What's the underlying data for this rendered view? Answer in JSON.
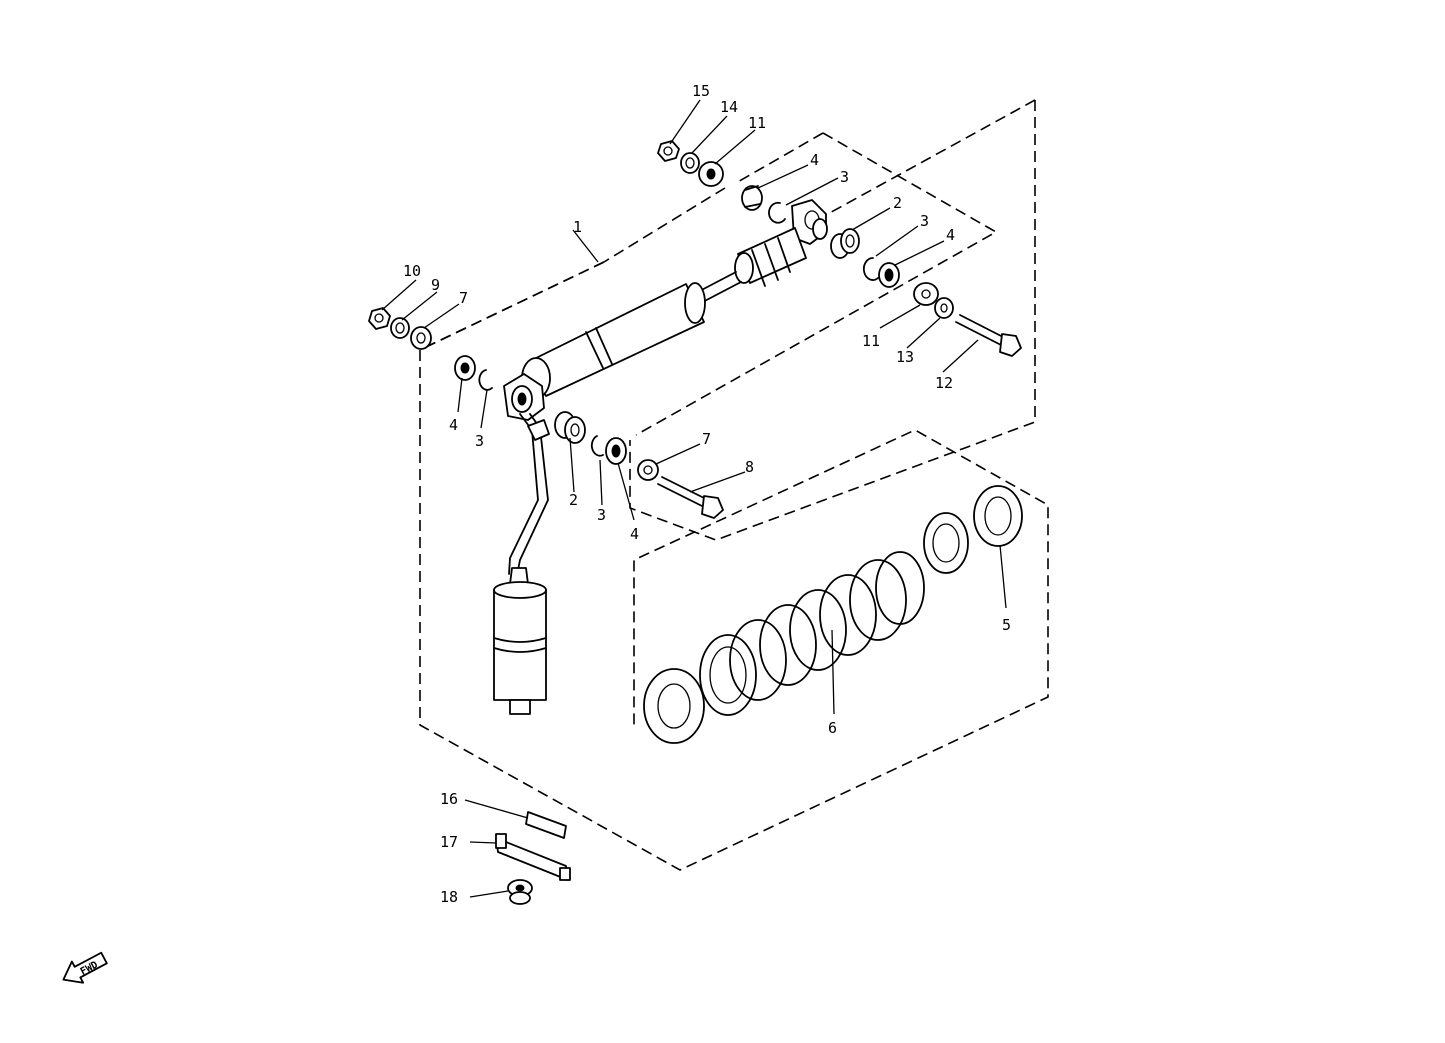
{
  "diagram": {
    "callouts": [
      {
        "id": "c15",
        "text": "15"
      },
      {
        "id": "c14",
        "text": "14"
      },
      {
        "id": "c11a",
        "text": "11"
      },
      {
        "id": "c4a",
        "text": "4"
      },
      {
        "id": "c3a",
        "text": "3"
      },
      {
        "id": "c2a",
        "text": "2"
      },
      {
        "id": "c3b",
        "text": "3"
      },
      {
        "id": "c4b",
        "text": "4"
      },
      {
        "id": "c1",
        "text": "1"
      },
      {
        "id": "c10",
        "text": "10"
      },
      {
        "id": "c9",
        "text": "9"
      },
      {
        "id": "c7a",
        "text": "7"
      },
      {
        "id": "c11b",
        "text": "11"
      },
      {
        "id": "c13",
        "text": "13"
      },
      {
        "id": "c12",
        "text": "12"
      },
      {
        "id": "c4c",
        "text": "4"
      },
      {
        "id": "c3c",
        "text": "3"
      },
      {
        "id": "c2b",
        "text": "2"
      },
      {
        "id": "c3d",
        "text": "3"
      },
      {
        "id": "c4d",
        "text": "4"
      },
      {
        "id": "c7b",
        "text": "7"
      },
      {
        "id": "c8",
        "text": "8"
      },
      {
        "id": "c5",
        "text": "5"
      },
      {
        "id": "c6",
        "text": "6"
      },
      {
        "id": "c16",
        "text": "16"
      },
      {
        "id": "c17",
        "text": "17"
      },
      {
        "id": "c18",
        "text": "18"
      }
    ],
    "fwd_label": "FWD"
  }
}
